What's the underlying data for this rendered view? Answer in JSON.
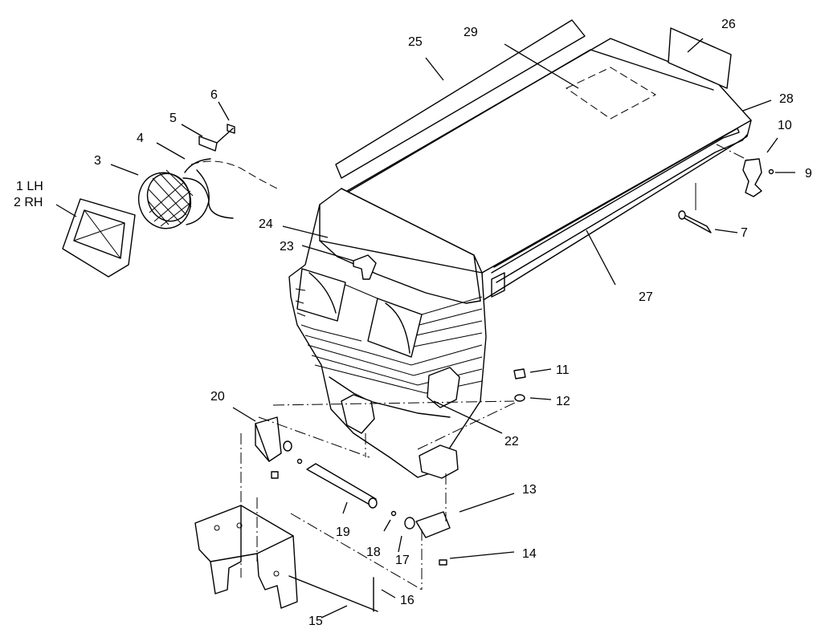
{
  "callouts": [
    {
      "id": "c1",
      "text": "1 LH"
    },
    {
      "id": "c2",
      "text": "2 RH"
    },
    {
      "id": "c3",
      "text": "3"
    },
    {
      "id": "c4",
      "text": "4"
    },
    {
      "id": "c5",
      "text": "5"
    },
    {
      "id": "c6",
      "text": "6"
    },
    {
      "id": "c7",
      "text": "7"
    },
    {
      "id": "c9",
      "text": "9"
    },
    {
      "id": "c10",
      "text": "10"
    },
    {
      "id": "c11",
      "text": "11"
    },
    {
      "id": "c12",
      "text": "12"
    },
    {
      "id": "c13",
      "text": "13"
    },
    {
      "id": "c14",
      "text": "14"
    },
    {
      "id": "c15",
      "text": "15"
    },
    {
      "id": "c16",
      "text": "16"
    },
    {
      "id": "c17",
      "text": "17"
    },
    {
      "id": "c18",
      "text": "18"
    },
    {
      "id": "c19",
      "text": "19"
    },
    {
      "id": "c20",
      "text": "20"
    },
    {
      "id": "c22",
      "text": "22"
    },
    {
      "id": "c23",
      "text": "23"
    },
    {
      "id": "c24",
      "text": "24"
    },
    {
      "id": "c25",
      "text": "25"
    },
    {
      "id": "c26",
      "text": "26"
    },
    {
      "id": "c27",
      "text": "27"
    },
    {
      "id": "c28",
      "text": "28"
    },
    {
      "id": "c29",
      "text": "29"
    }
  ]
}
